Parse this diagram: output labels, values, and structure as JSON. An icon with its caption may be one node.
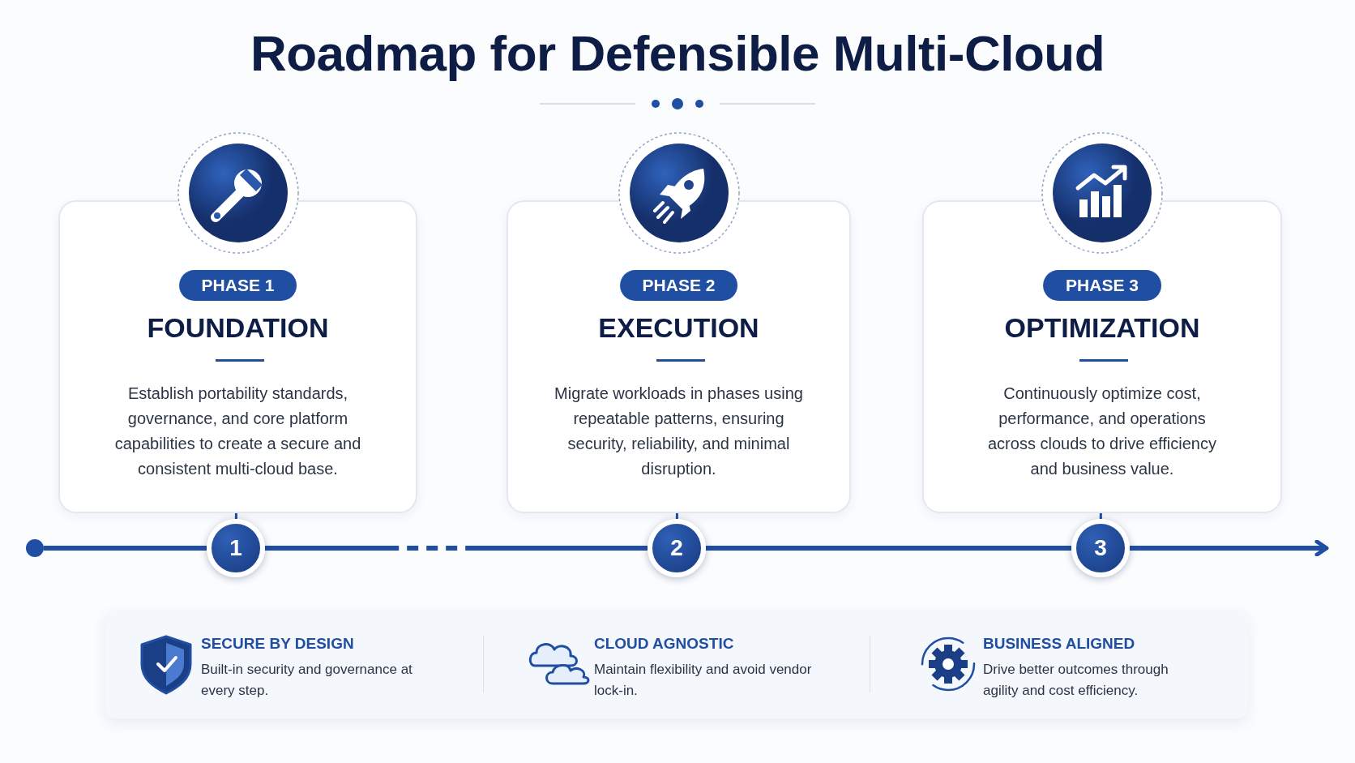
{
  "diagram": {
    "title": "Roadmap for Defensible Multi-Cloud",
    "nodes": [
      {
        "text": [
          "PHASE 1",
          "FOUNDATION",
          "Establish portability standards, governance, and core platform capabilities to create a secure and consistent multi-cloud base."
        ]
      },
      {
        "text": [
          "PHASE 2",
          "EXECUTION",
          "Migrate workloads in phases using repeatable patterns, ensuring security, reliability, and minimal disruption."
        ]
      },
      {
        "text": [
          "PHASE 3",
          "OPTIMIZATION",
          "Continuously optimize cost, performance, and operations across clouds to drive efficiency and business value."
        ]
      },
      {
        "text": [],
        "shape": "circle"
      },
      {
        "text": [
          "1"
        ]
      },
      {
        "text": [
          "2"
        ]
      },
      {
        "text": [
          "3"
        ]
      },
      {
        "text": [],
        "shape": "box"
      },
      {
        "text": [
          "SECURE BY DESIGN",
          "Built-in security and governance at every step."
        ],
        "in": 7
      },
      {
        "text": [
          "CLOUD AGNOSTIC",
          "Maintain flexibility and avoid vendor lock-in."
        ],
        "in": 7
      },
      {
        "text": [
          "BUSINESS ALIGNED",
          "Drive better outcomes through agility and cost efficiency."
        ],
        "in": 7
      }
    ],
    "edges": [
      {
        "from": 0,
        "to": 4,
        "arrow": "none"
      },
      {
        "from": 1,
        "to": 5,
        "arrow": "none"
      },
      {
        "from": 2,
        "to": 6,
        "arrow": "none"
      },
      {
        "from": 3,
        "to": 4,
        "arrow": "none"
      },
      {
        "from": 4,
        "to": 5,
        "arrow": "none",
        "style": "dashed"
      },
      {
        "from": 5,
        "to": 6,
        "arrow": "none"
      },
      {
        "from": 6,
        "to": null,
        "arrow": "to"
      }
    ]
  }
}
